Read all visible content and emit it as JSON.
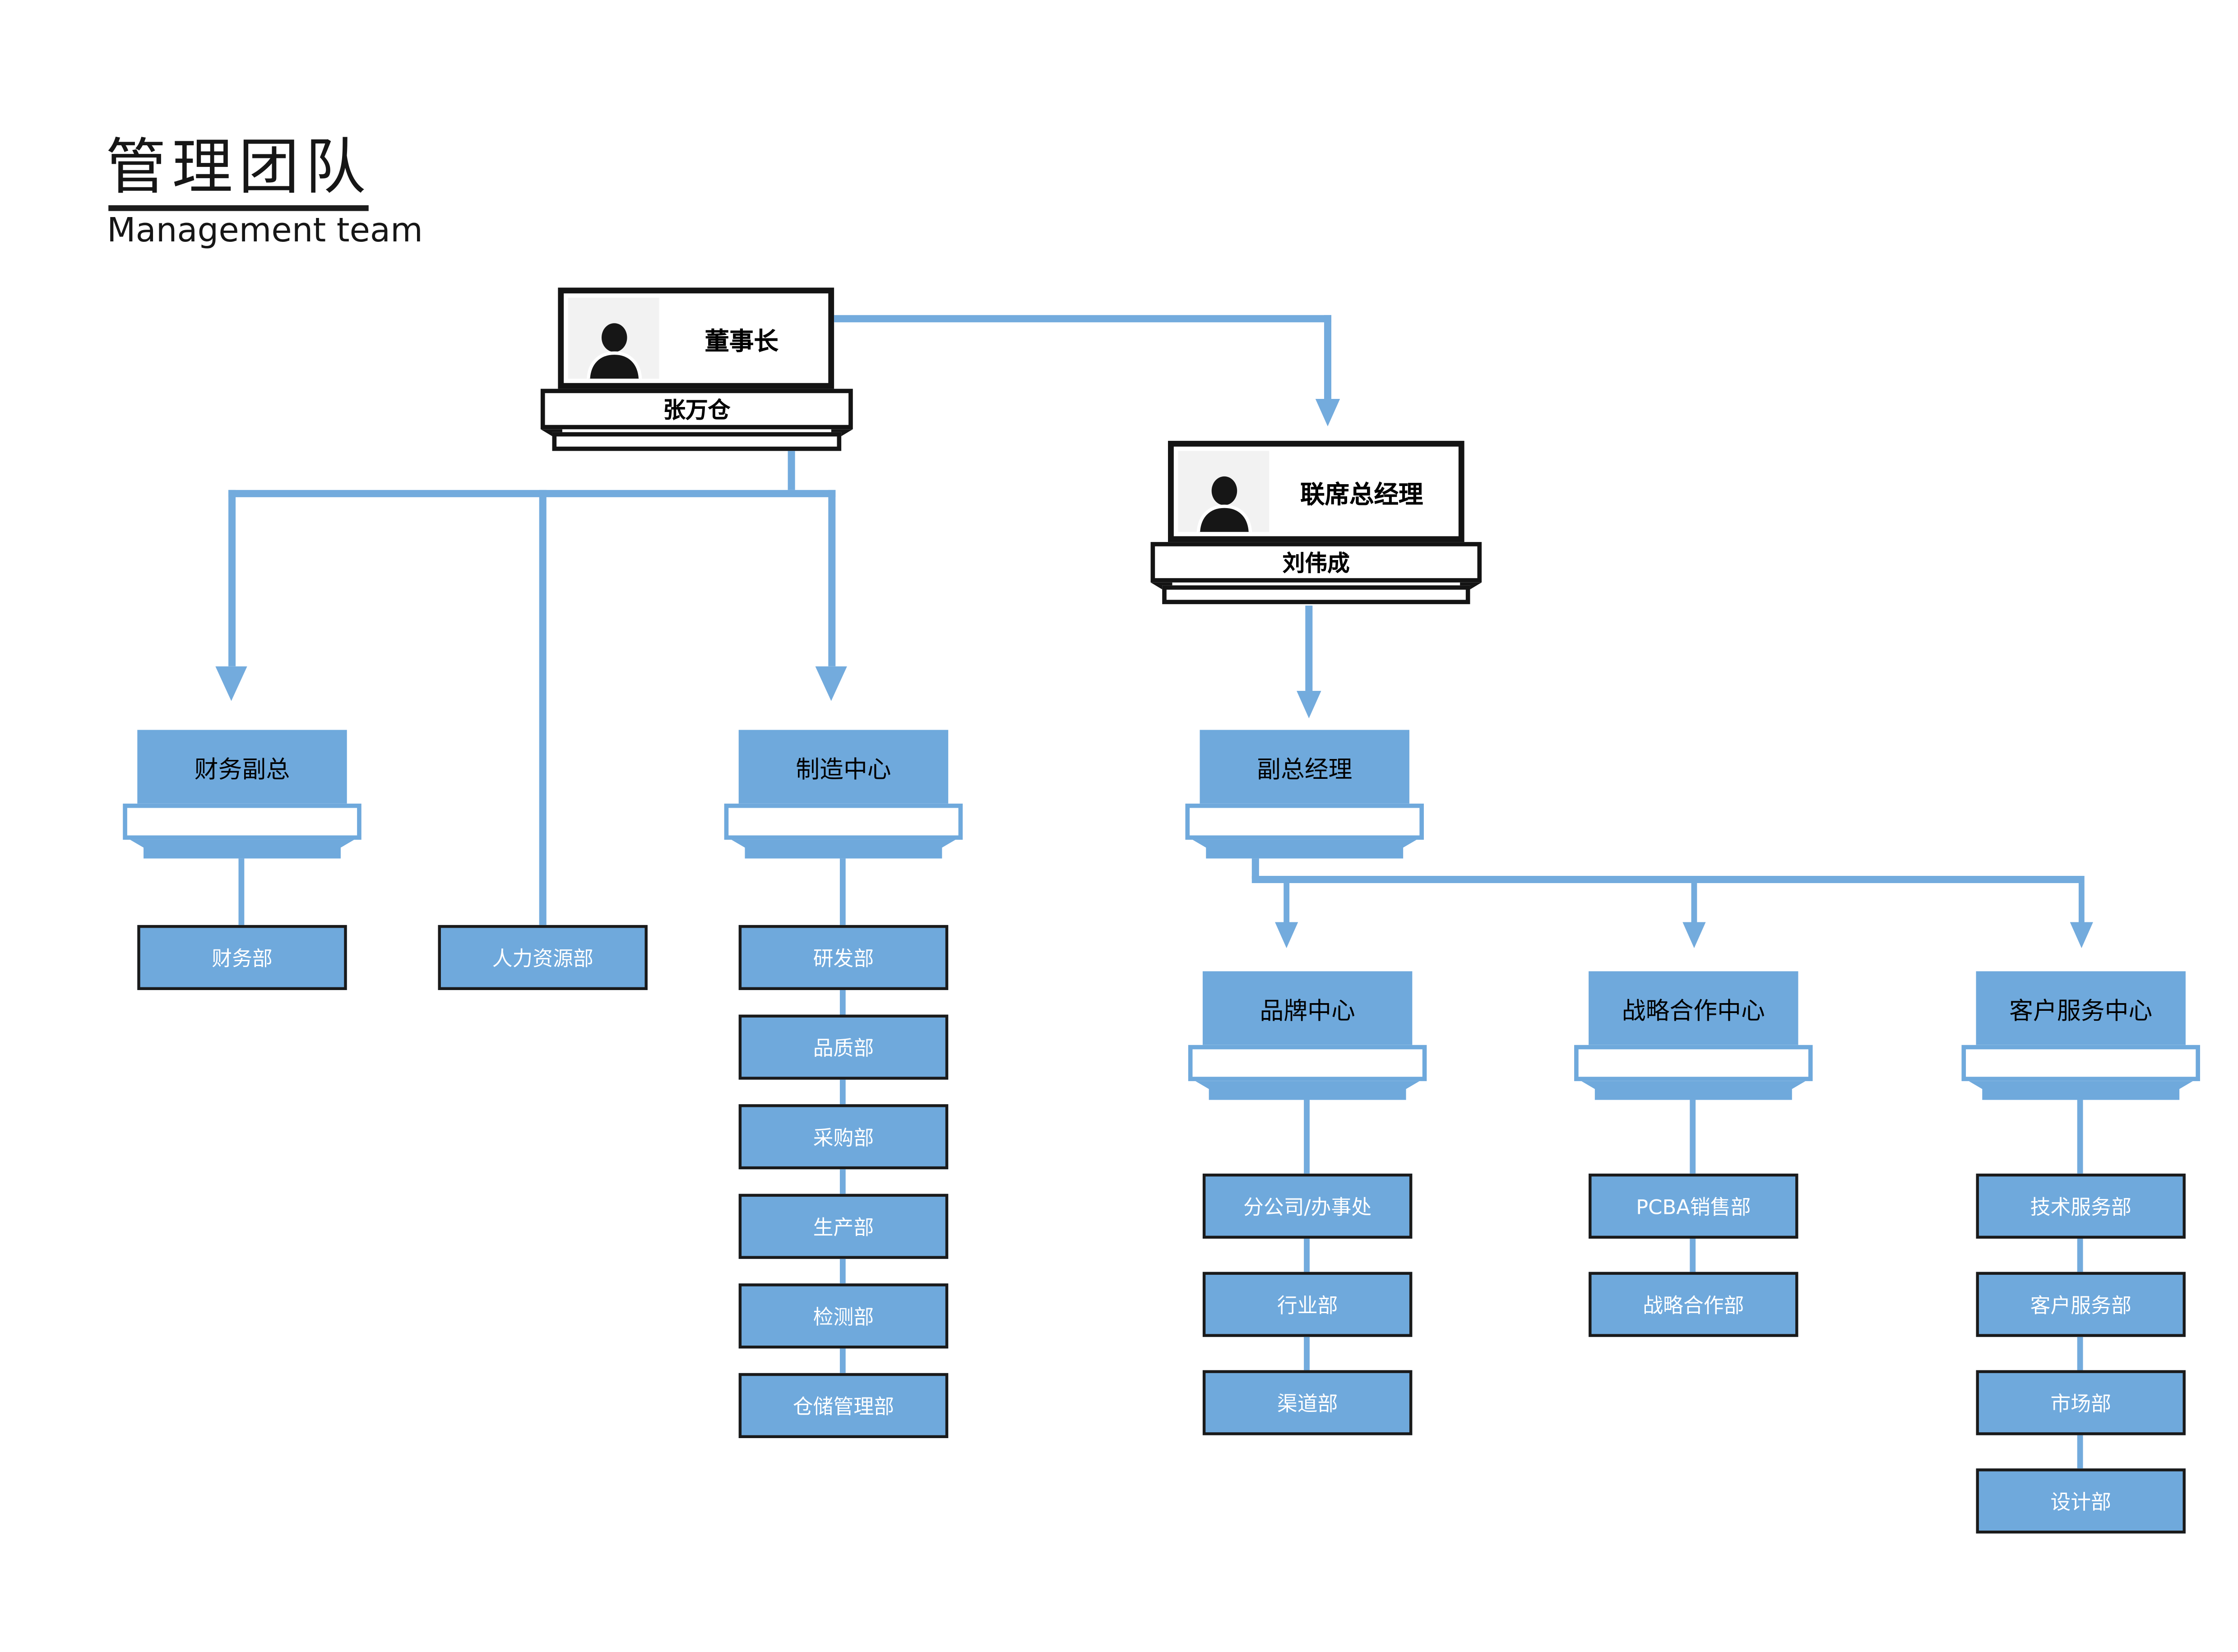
{
  "page": {
    "title_zh": "管理团队",
    "title_en": "Management team"
  },
  "icons": {
    "avatar": "person-icon",
    "connector_arrow": "arrow-down-icon"
  },
  "colors": {
    "node_blue": "#6FA9DC",
    "line_blue": "#73ABDD",
    "border_black": "#141414",
    "dept_border": "#1A1A1A",
    "photo_bg": "#F2F2F2",
    "text_black": "#000000",
    "text_white": "#FFFFFF"
  },
  "org": {
    "chairman": {
      "title": "董事长",
      "name": "张万仓"
    },
    "co_gm": {
      "title": "联席总经理",
      "name": "刘伟成"
    },
    "finance_vp": {
      "title": "财务副总",
      "departments": [
        "财务部"
      ]
    },
    "hr_department": "人力资源部",
    "manufacturing_center": {
      "title": "制造中心",
      "departments": [
        "研发部",
        "品质部",
        "采购部",
        "生产部",
        "检测部",
        "仓储管理部"
      ]
    },
    "deputy_gm": {
      "title": "副总经理"
    },
    "brand_center": {
      "title": "品牌中心",
      "departments": [
        "分公司/办事处",
        "行业部",
        "渠道部"
      ]
    },
    "strategic_center": {
      "title": "战略合作中心",
      "departments": [
        "PCBA销售部",
        "战略合作部"
      ]
    },
    "customer_center": {
      "title": "客户服务中心",
      "departments": [
        "技术服务部",
        "客户服务部",
        "市场部",
        "设计部"
      ]
    }
  }
}
